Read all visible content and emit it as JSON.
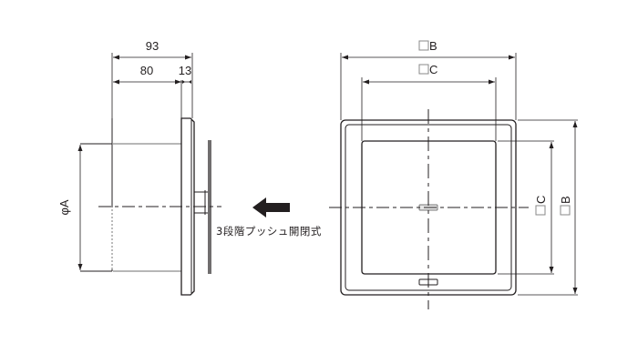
{
  "side_view": {
    "dim_total": "93",
    "dim_body": "80",
    "dim_flange": "13",
    "dim_diameter": "φA"
  },
  "front_view": {
    "dim_outer_top": "B",
    "dim_inner_top": "C",
    "dim_inner_side": "C",
    "dim_outer_side": "B",
    "square_symbol": "□"
  },
  "annotation": {
    "caption": "3段階プッシュ開閉式",
    "arrow_direction": "left"
  },
  "colors": {
    "line": "#231f20",
    "background": "#ffffff",
    "grey_line": "#8c8c8c"
  }
}
